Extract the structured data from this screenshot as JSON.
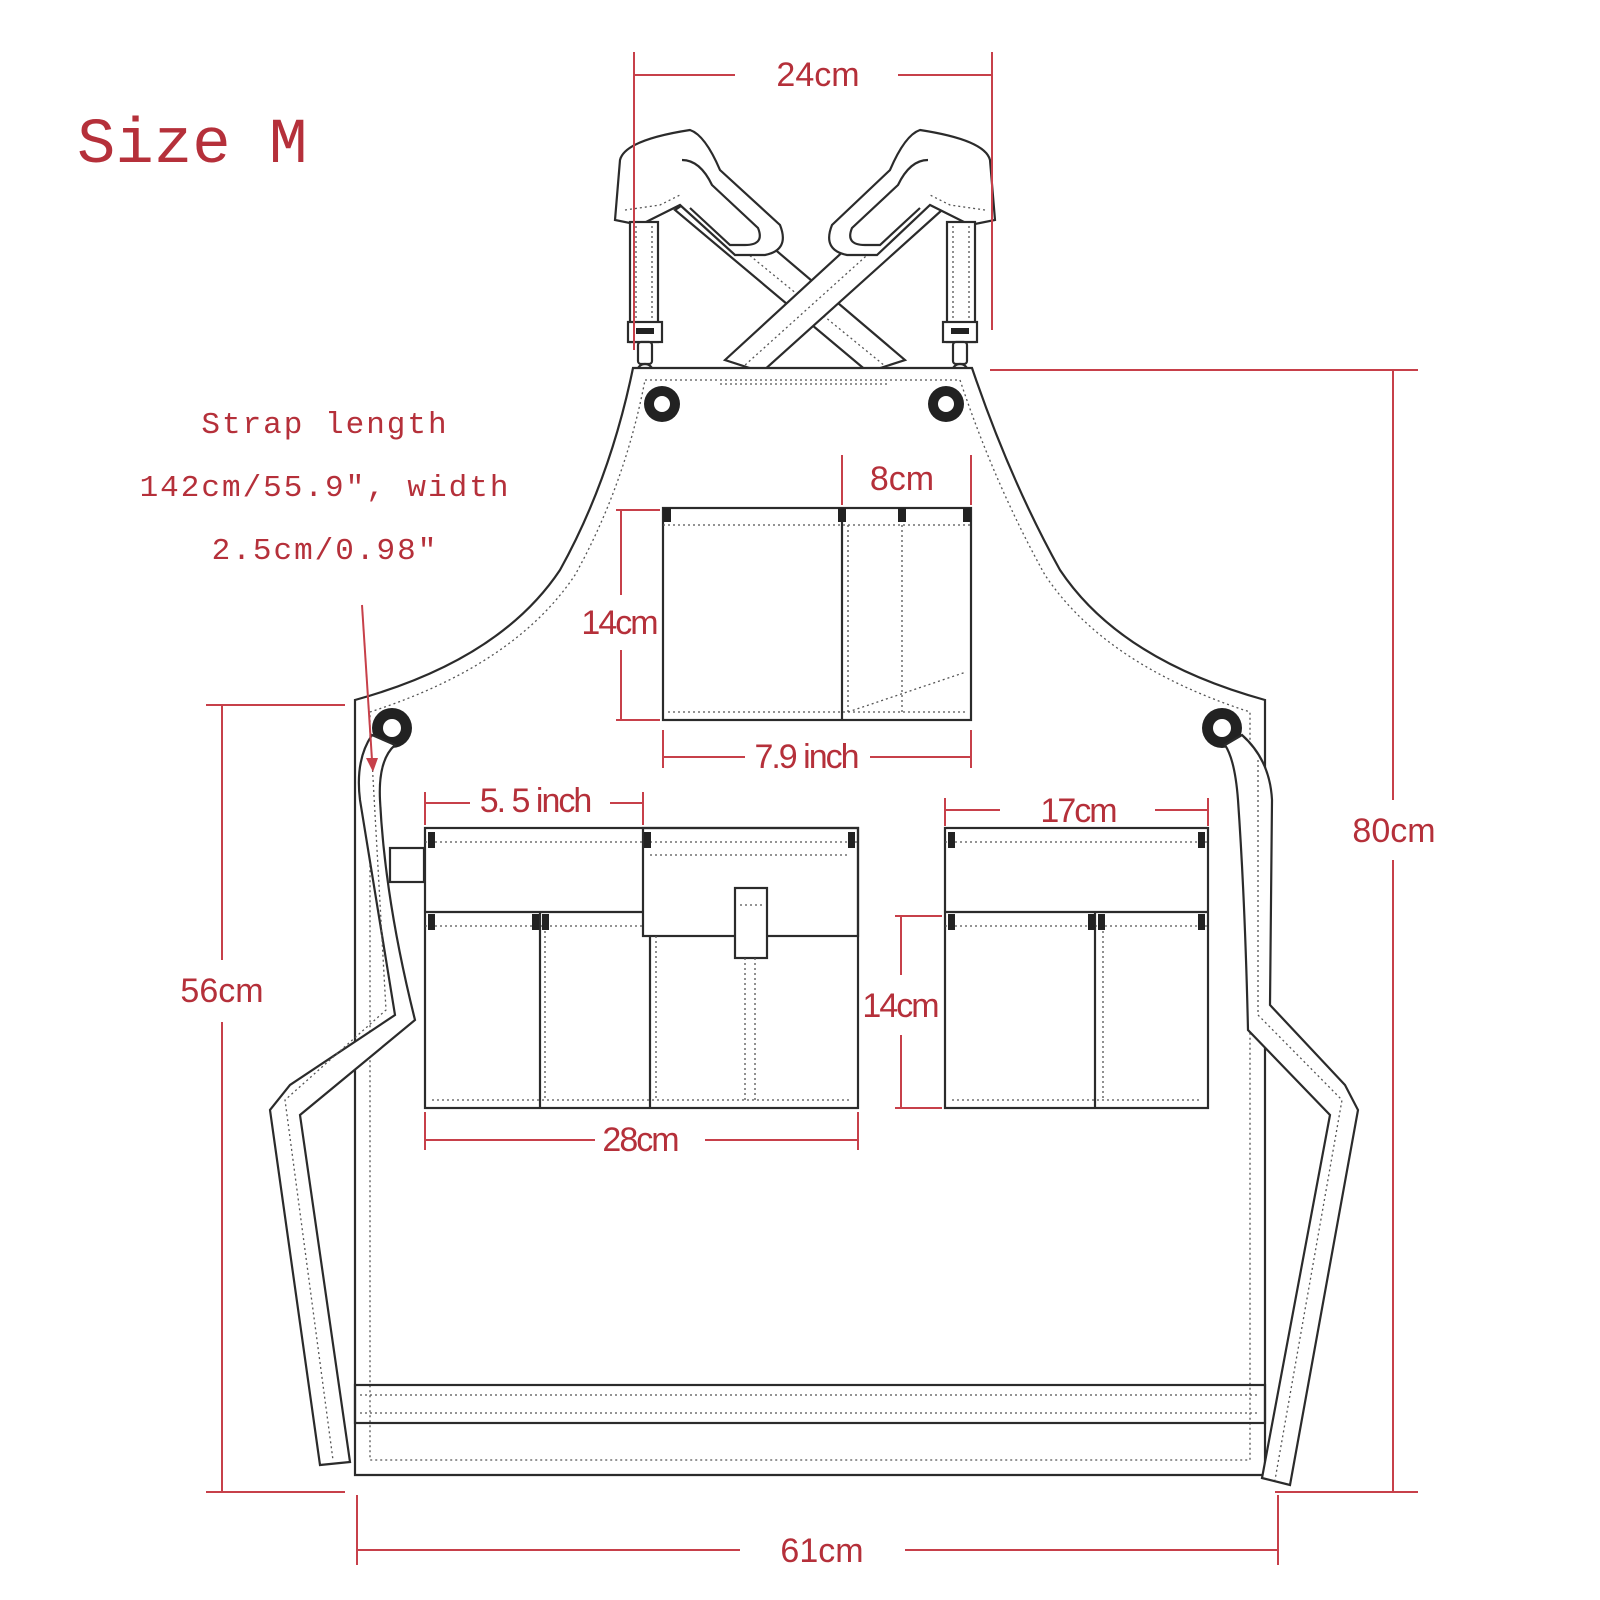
{
  "size_title": "Size M",
  "strap_note": {
    "line1": "Strap length",
    "line2": "142cm/55.9\", width",
    "line3": "2.5cm/0.98\""
  },
  "dimensions": {
    "top_strap_span": "24cm",
    "total_height": "80cm",
    "lower_height": "56cm",
    "bottom_width": "61cm",
    "chest_pocket_divider": "8cm",
    "chest_pocket_height": "14cm",
    "chest_pocket_width": "7.9 inch",
    "left_pocket_section": "5. 5 inch",
    "left_pocket_width": "28cm",
    "right_pocket_width": "17cm",
    "right_pocket_height": "14cm"
  },
  "colors": {
    "annotation": "#b5303a",
    "outline": "#2b2b2b"
  }
}
